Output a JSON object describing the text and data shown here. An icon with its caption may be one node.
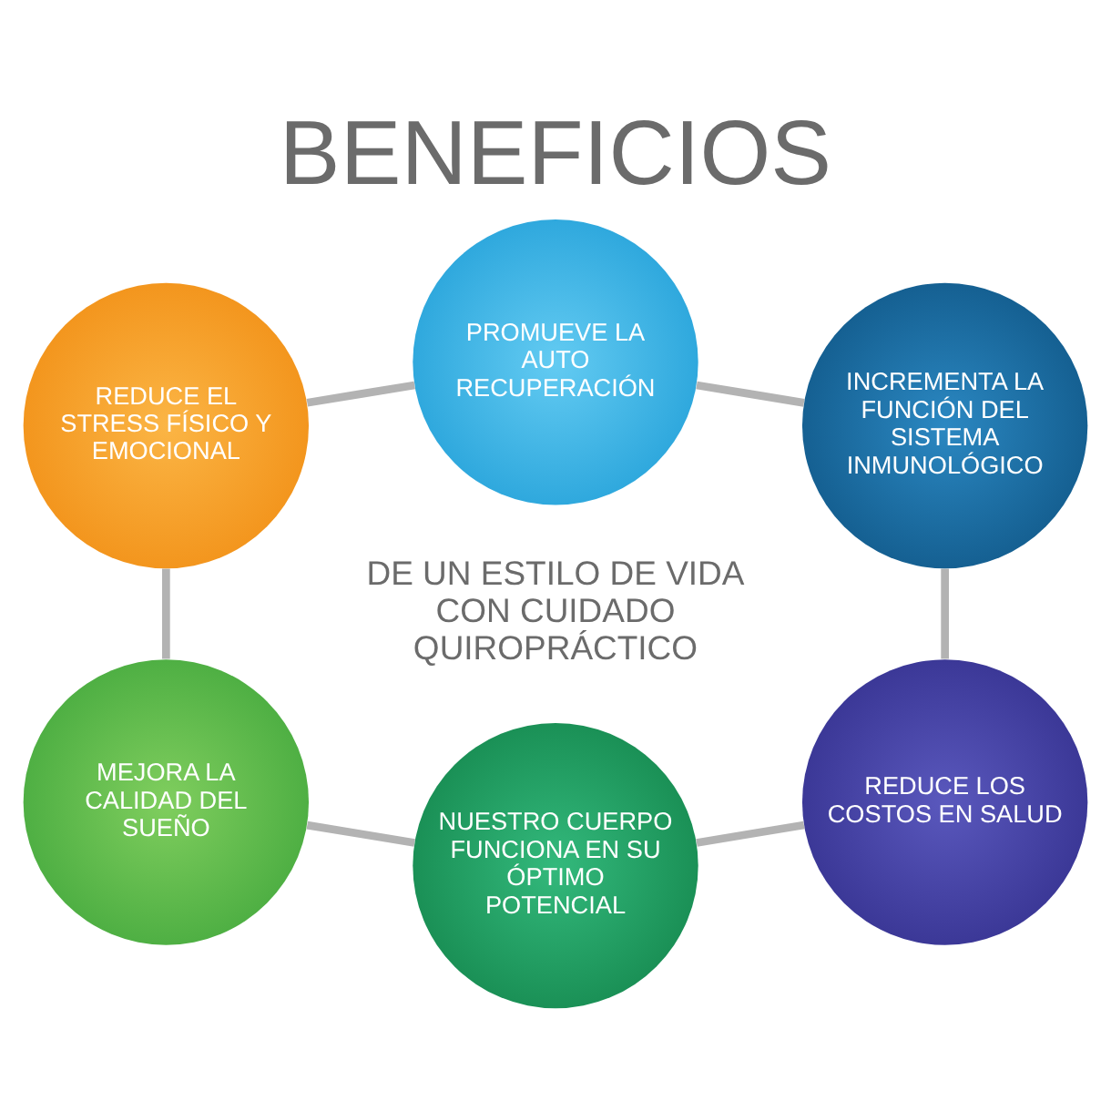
{
  "diagram": {
    "title": "BENEFICIOS",
    "nodes": [
      {
        "text": [
          "PROMUEVE LA AUTO RECUPERACIÓN"
        ]
      },
      {
        "text": [
          "INCREMENTA LA FUNCIÓN DEL SISTEMA INMUNOLÓGICO"
        ]
      },
      {
        "text": [
          "REDUCE LOS COSTOS EN SALUD"
        ]
      },
      {
        "text": [
          "NUESTRO CUERPO FUNCIONA EN SU ÓPTIMO POTENCIAL"
        ]
      },
      {
        "text": [
          "MEJORA LA CALIDAD DEL SUEÑO"
        ]
      },
      {
        "text": [
          "REDUCE EL STRESS FÍSICO Y EMOCIONAL"
        ]
      }
    ],
    "edges": [
      {
        "from": 0,
        "to": 1,
        "arrow": "none"
      },
      {
        "from": 1,
        "to": 2,
        "arrow": "none"
      },
      {
        "from": 2,
        "to": 3,
        "arrow": "none"
      },
      {
        "from": 3,
        "to": 4,
        "arrow": "none"
      },
      {
        "from": 4,
        "to": 5,
        "arrow": "none"
      },
      {
        "from": 5,
        "to": 0,
        "arrow": "none"
      }
    ],
    "labels": [
      "DE UN ESTILO DE VIDA CON CUIDADO QUIROPRÁCTICO"
    ]
  }
}
